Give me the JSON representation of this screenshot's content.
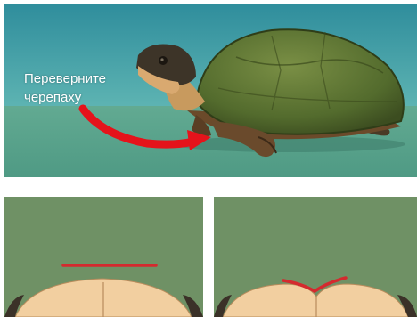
{
  "instruction": {
    "text": "Переверните черепаху"
  },
  "colors": {
    "sky": "#3e9ba3",
    "ground": "#5ca68f",
    "shell": "#5d7533",
    "arrow": "#e5131b",
    "panel_bg": "#6f9165",
    "plastron": "#f2cfa0",
    "marker": "#d42a2e"
  },
  "panels": [
    {
      "name": "turtle-scene",
      "icon": "turtle-icon"
    },
    {
      "name": "plastron-flat",
      "icon": "flat-line-icon"
    },
    {
      "name": "plastron-concave",
      "icon": "v-notch-icon"
    }
  ]
}
